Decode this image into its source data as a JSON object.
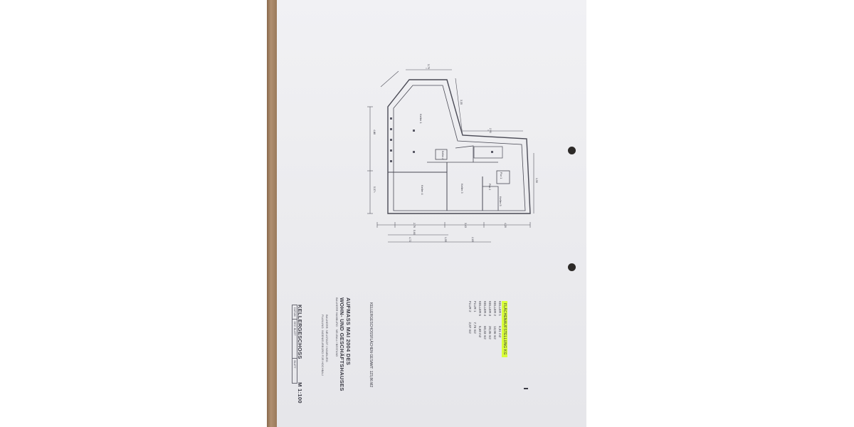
{
  "plan": {
    "room_labels": [
      "Keller 1",
      "Keller 2",
      "Keller 3",
      "Keller 4",
      "Keller 5",
      "Flur 1",
      "Flur 2"
    ],
    "dimensions": [
      "3,75",
      "4,88",
      "5,57",
      "2,91",
      "4,20",
      "1,50",
      "3,35",
      "2,76",
      "3,43",
      "5,60",
      "1,55",
      "4,72",
      "2,83"
    ]
  },
  "legend": {
    "title": "FLÄCHENAUFSTELLUNG KG",
    "rows": [
      {
        "label": "KELLER 1",
        "value": "6,91 m2"
      },
      {
        "label": "KELLER 2",
        "value": "13,96 m2"
      },
      {
        "label": "KELLER 3",
        "value": "20,35 m2"
      },
      {
        "label": "KELLER 4",
        "value": "60,33 m2"
      },
      {
        "label": "KELLER 5",
        "value": "5,68 m2"
      },
      {
        "label": "FLUR 1",
        "value": "7,76 m2"
      },
      {
        "label": "FLUR 2",
        "value": "2,87 m2"
      }
    ]
  },
  "title_block": {
    "total_line": "KELLERGESCHOSSFLÄCHEN GESAMT: 123,86 M2",
    "heading_1": "AUFMASS MAI 2004 DES",
    "heading_2": "WOHN- UND GESCHÄFTSHAUSES",
    "address": "BAUHERR HAMBURG · NEUBAU / BESTAND",
    "bauherr_label": "BAUHERR:",
    "bauherr_value": "NEUSTADT / HAMBURG",
    "planung_label": "PLANUNG:",
    "planung_value": "INGENIEURBÜRO FÜR HOCHBAU",
    "sheet_title": "KELLERGESCHOSS",
    "scale": "M 1:100",
    "grid": [
      "DATUM",
      "GEZ. BLATT",
      "BLATT"
    ]
  }
}
